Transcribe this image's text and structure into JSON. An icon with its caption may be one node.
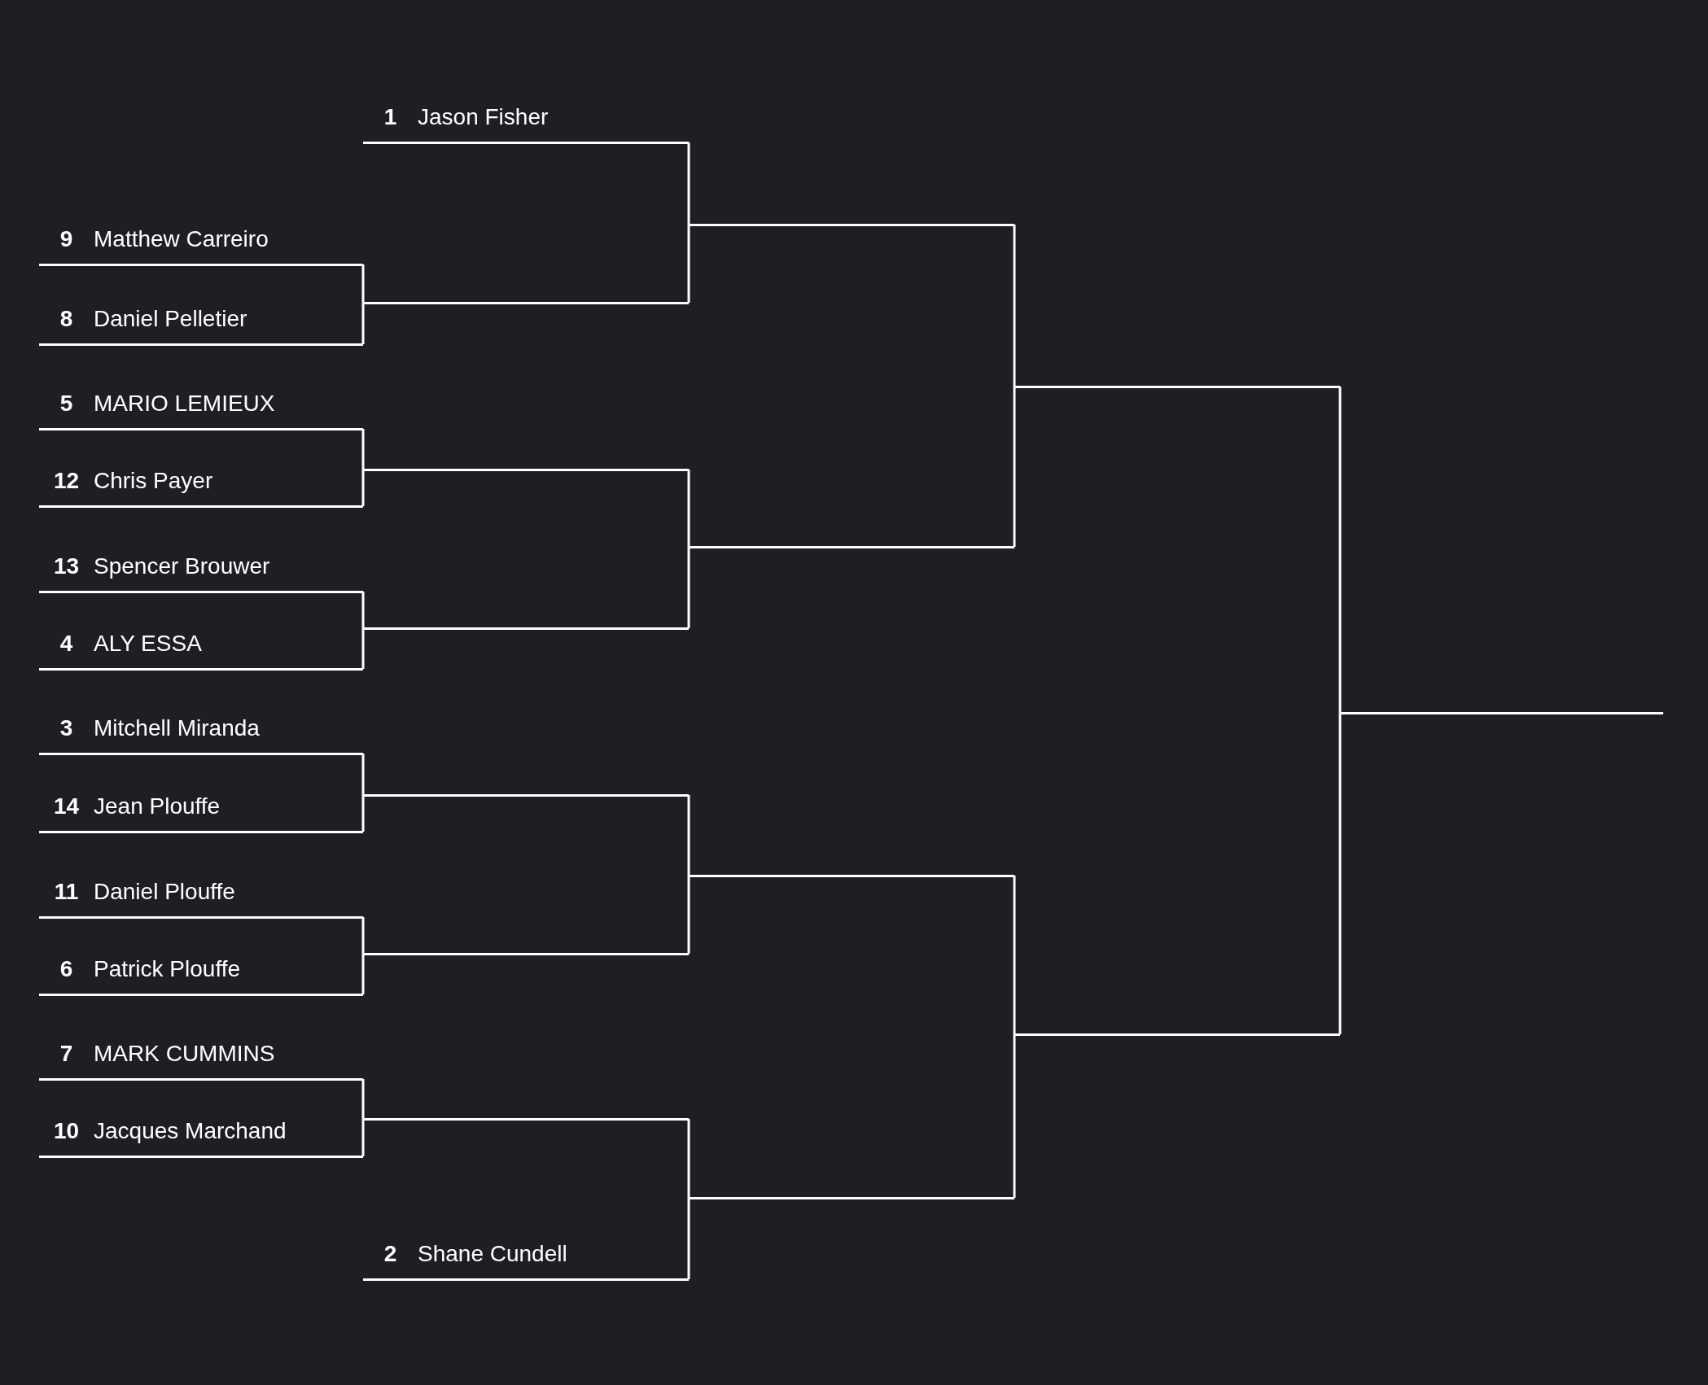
{
  "diagram": {
    "nodes": [
      {
        "text": [
          "1",
          "Jason Fisher"
        ]
      },
      {
        "text": [
          "9",
          "Matthew Carreiro"
        ]
      },
      {
        "text": [
          "8",
          "Daniel Pelletier"
        ]
      },
      {
        "text": [
          "5",
          "MARIO LEMIEUX"
        ]
      },
      {
        "text": [
          "12",
          "Chris Payer"
        ]
      },
      {
        "text": [
          "13",
          "Spencer Brouwer"
        ]
      },
      {
        "text": [
          "4",
          "ALY ESSA"
        ]
      },
      {
        "text": [
          "3",
          "Mitchell Miranda"
        ]
      },
      {
        "text": [
          "14",
          "Jean Plouffe"
        ]
      },
      {
        "text": [
          "11",
          "Daniel Plouffe"
        ]
      },
      {
        "text": [
          "6",
          "Patrick Plouffe"
        ]
      },
      {
        "text": [
          "7",
          "MARK CUMMINS"
        ]
      },
      {
        "text": [
          "10",
          "Jacques Marchand"
        ]
      },
      {
        "text": [
          "2",
          "Shane Cundell"
        ]
      },
      {
        "text": [],
        "shape": "bar"
      },
      {
        "text": [],
        "shape": "bar"
      },
      {
        "text": [],
        "shape": "bar"
      },
      {
        "text": [],
        "shape": "bar"
      },
      {
        "text": [],
        "shape": "bar"
      },
      {
        "text": [],
        "shape": "bar"
      },
      {
        "text": [],
        "shape": "bar"
      },
      {
        "text": [],
        "shape": "bar"
      },
      {
        "text": [],
        "shape": "bar"
      },
      {
        "text": [],
        "shape": "bar"
      },
      {
        "text": [],
        "shape": "bar"
      },
      {
        "text": [],
        "shape": "bar"
      },
      {
        "text": [],
        "shape": "bar"
      }
    ],
    "edges": [
      {
        "from": 1,
        "to": 14,
        "arrow": "none"
      },
      {
        "from": 2,
        "to": 14,
        "arrow": "none"
      },
      {
        "from": 3,
        "to": 15,
        "arrow": "none"
      },
      {
        "from": 4,
        "to": 15,
        "arrow": "none"
      },
      {
        "from": 5,
        "to": 16,
        "arrow": "none"
      },
      {
        "from": 6,
        "to": 16,
        "arrow": "none"
      },
      {
        "from": 7,
        "to": 17,
        "arrow": "none"
      },
      {
        "from": 8,
        "to": 17,
        "arrow": "none"
      },
      {
        "from": 9,
        "to": 18,
        "arrow": "none"
      },
      {
        "from": 10,
        "to": 18,
        "arrow": "none"
      },
      {
        "from": 11,
        "to": 19,
        "arrow": "none"
      },
      {
        "from": 12,
        "to": 19,
        "arrow": "none"
      },
      {
        "from": 0,
        "to": 20,
        "arrow": "none"
      },
      {
        "from": 14,
        "to": 20,
        "arrow": "none"
      },
      {
        "from": 15,
        "to": 21,
        "arrow": "none"
      },
      {
        "from": 16,
        "to": 21,
        "arrow": "none"
      },
      {
        "from": 17,
        "to": 22,
        "arrow": "none"
      },
      {
        "from": 18,
        "to": 22,
        "arrow": "none"
      },
      {
        "from": 19,
        "to": 23,
        "arrow": "none"
      },
      {
        "from": 13,
        "to": 23,
        "arrow": "none"
      },
      {
        "from": 20,
        "to": 24,
        "arrow": "none"
      },
      {
        "from": 21,
        "to": 24,
        "arrow": "none"
      },
      {
        "from": 22,
        "to": 25,
        "arrow": "none"
      },
      {
        "from": 23,
        "to": 25,
        "arrow": "none"
      },
      {
        "from": 24,
        "to": 26,
        "arrow": "none"
      },
      {
        "from": 25,
        "to": 26,
        "arrow": "none"
      }
    ]
  }
}
